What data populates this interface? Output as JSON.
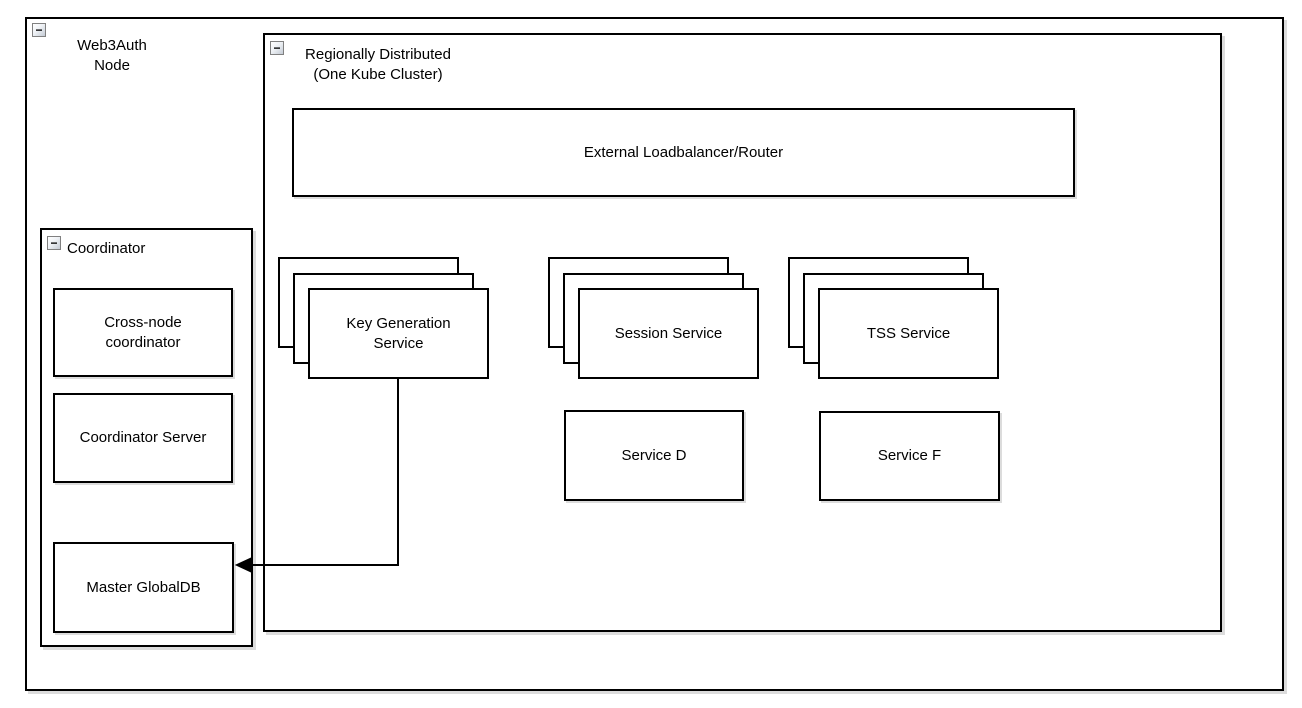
{
  "canvas": {
    "background": "#ffffff",
    "border_color": "#000000",
    "shadow_color": "#dcdcdc"
  },
  "icons": {
    "collapse_glyph": "−",
    "collapse_name": "collapse-minus-icon"
  },
  "web3auth_node": {
    "title": "Web3Auth\nNode"
  },
  "coordinator": {
    "title": "Coordinator",
    "children": {
      "cross_node": "Cross-node\ncoordinator",
      "server": "Coordinator Server",
      "master_db": "Master GlobalDB"
    }
  },
  "region": {
    "title": "Regionally Distributed\n(One Kube Cluster)",
    "loadbalancer": "External Loadbalancer/Router",
    "stacks": {
      "key_generation": "Key Generation\nService",
      "session": "Session Service",
      "tss": "TSS Service"
    },
    "services": {
      "d": "Service D",
      "f": "Service F"
    }
  },
  "edges": {
    "kgs_to_masterdb": {
      "from": "Key Generation Service",
      "to": "Master GlobalDB"
    }
  }
}
